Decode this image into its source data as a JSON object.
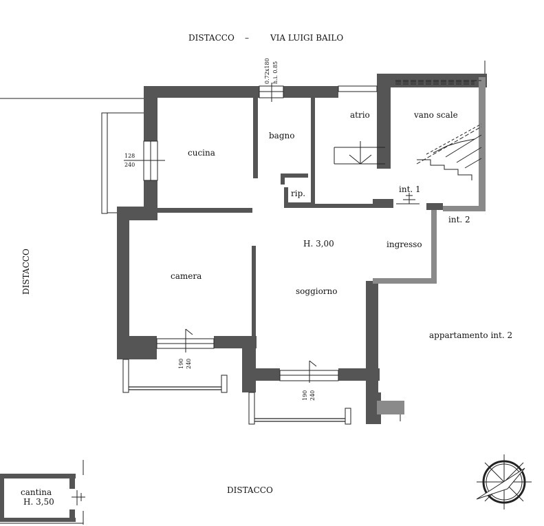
{
  "labels": {
    "top_distacco": "DISTACCO",
    "top_dash": "–",
    "street": "VIA LUIGI BAILO",
    "left_distacco": "DISTACCO",
    "bottom_distacco": "DISTACCO",
    "window_top_a": "0.72x180",
    "window_top_b": "h.i. 0.85",
    "window_left_a": "128",
    "window_left_b": "240",
    "window_camera_a": "190",
    "window_camera_b": "240",
    "window_soggiorno_a": "190",
    "window_soggiorno_b": "240"
  },
  "rooms": {
    "cucina": "cucina",
    "bagno": "bagno",
    "atrio": "atrio",
    "vano_scale": "vano scale",
    "rip": "rip.",
    "int1": "int. 1",
    "int2": "int. 2",
    "height_main": "H. 3,00",
    "ingresso": "ingresso",
    "camera": "camera",
    "soggiorno": "soggiorno",
    "appartamento": "appartamento int. 2",
    "cantina": "cantina",
    "cantina_height": "H. 3,50"
  },
  "icons": {
    "compass": "compass-rose-icon"
  },
  "colors": {
    "wall": "#555555",
    "wall_light": "#8a8a8a",
    "line": "#222222"
  }
}
